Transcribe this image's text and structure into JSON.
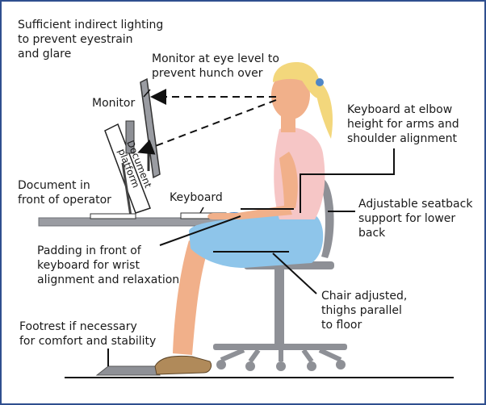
{
  "labels": {
    "lighting": "Sufficient indirect lighting\nto prevent eyestrain\nand glare",
    "monitor_eye_level": "Monitor at eye level to\nprevent hunch over",
    "monitor": "Monitor",
    "document_platform": "Document\nplatform",
    "keyboard_elbow": "Keyboard at elbow\nheight for arms and\nshoulder alignment",
    "document_front": "Document in\nfront of operator",
    "keyboard": "Keyboard",
    "seatback": "Adjustable seatback\nsupport for lower\nback",
    "padding": "Padding in front of\nkeyboard for wrist\nalignment and relaxation",
    "chair": "Chair adjusted,\nthighs parallel\nto floor",
    "footrest": "Footrest if necessary\nfor comfort and stability"
  },
  "colors": {
    "frame": "#2f4f8f",
    "desk": "#9a9ca2",
    "chair": "#8e9096",
    "skin": "#f1b08a",
    "hair": "#f3d77c",
    "hair_tie": "#4f86c6",
    "shirt": "#f6c6c6",
    "shorts": "#8ec5ea",
    "shoe": "#b08a5a",
    "lines": "#111111"
  }
}
